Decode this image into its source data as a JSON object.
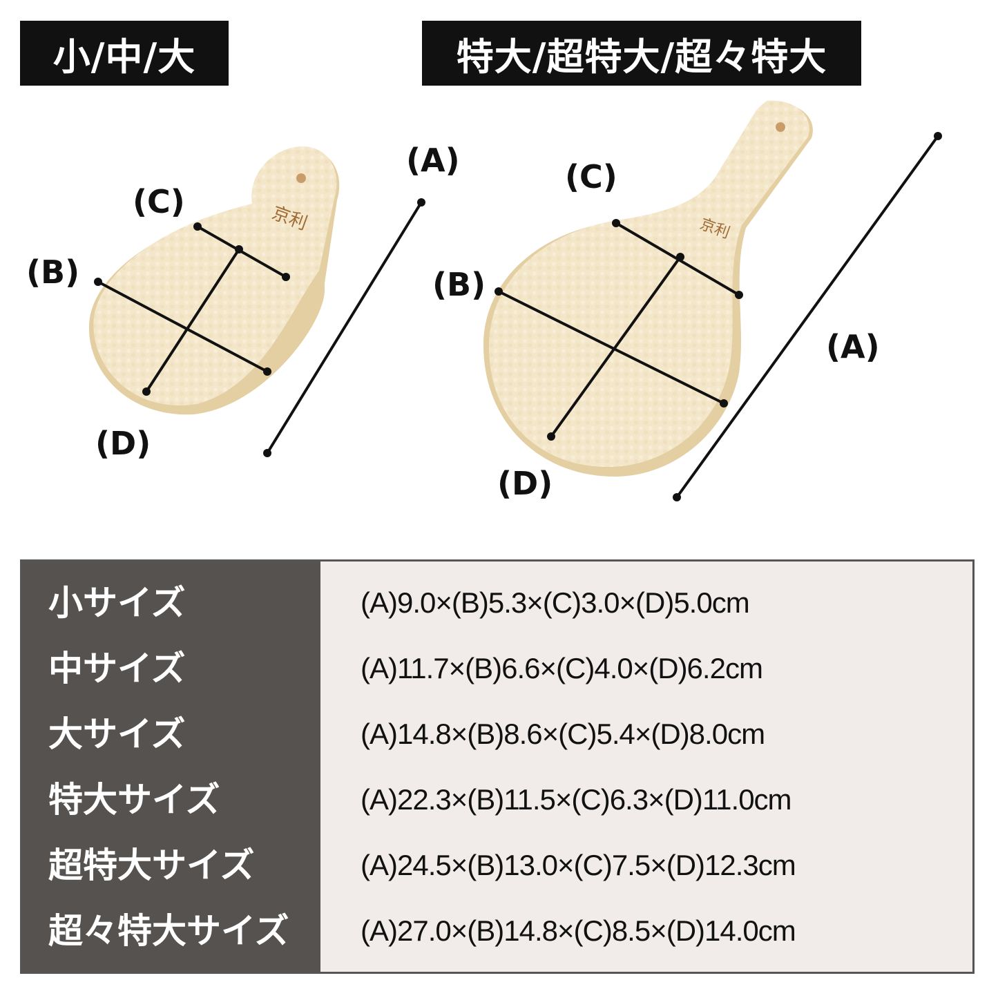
{
  "tags": {
    "left": "小/中/大",
    "right": "特大/超特大/超々特大"
  },
  "labels": {
    "a": "(A)",
    "b": "(B)",
    "c": "(C)",
    "d": "(D)"
  },
  "engraving": "京利",
  "colors": {
    "wood": "#f3e6c9",
    "wood_edge": "#e4cfa3",
    "line": "#111111",
    "table_left_bg": "#55524f",
    "table_right_bg": "#f1ecea"
  },
  "table": {
    "rows": [
      {
        "name": "小サイズ",
        "dims": "(A)9.0×(B)5.3×(C)3.0×(D)5.0cm"
      },
      {
        "name": "中サイズ",
        "dims": "(A)11.7×(B)6.6×(C)4.0×(D)6.2cm"
      },
      {
        "name": "大サイズ",
        "dims": "(A)14.8×(B)8.6×(C)5.4×(D)8.0cm"
      },
      {
        "name": "特大サイズ",
        "dims": "(A)22.3×(B)11.5×(C)6.3×(D)11.0cm"
      },
      {
        "name": "超特大サイズ",
        "dims": "(A)24.5×(B)13.0×(C)7.5×(D)12.3cm"
      },
      {
        "name": "超々特大サイズ",
        "dims": "(A)27.0×(B)14.8×(C)8.5×(D)14.0cm"
      }
    ]
  }
}
